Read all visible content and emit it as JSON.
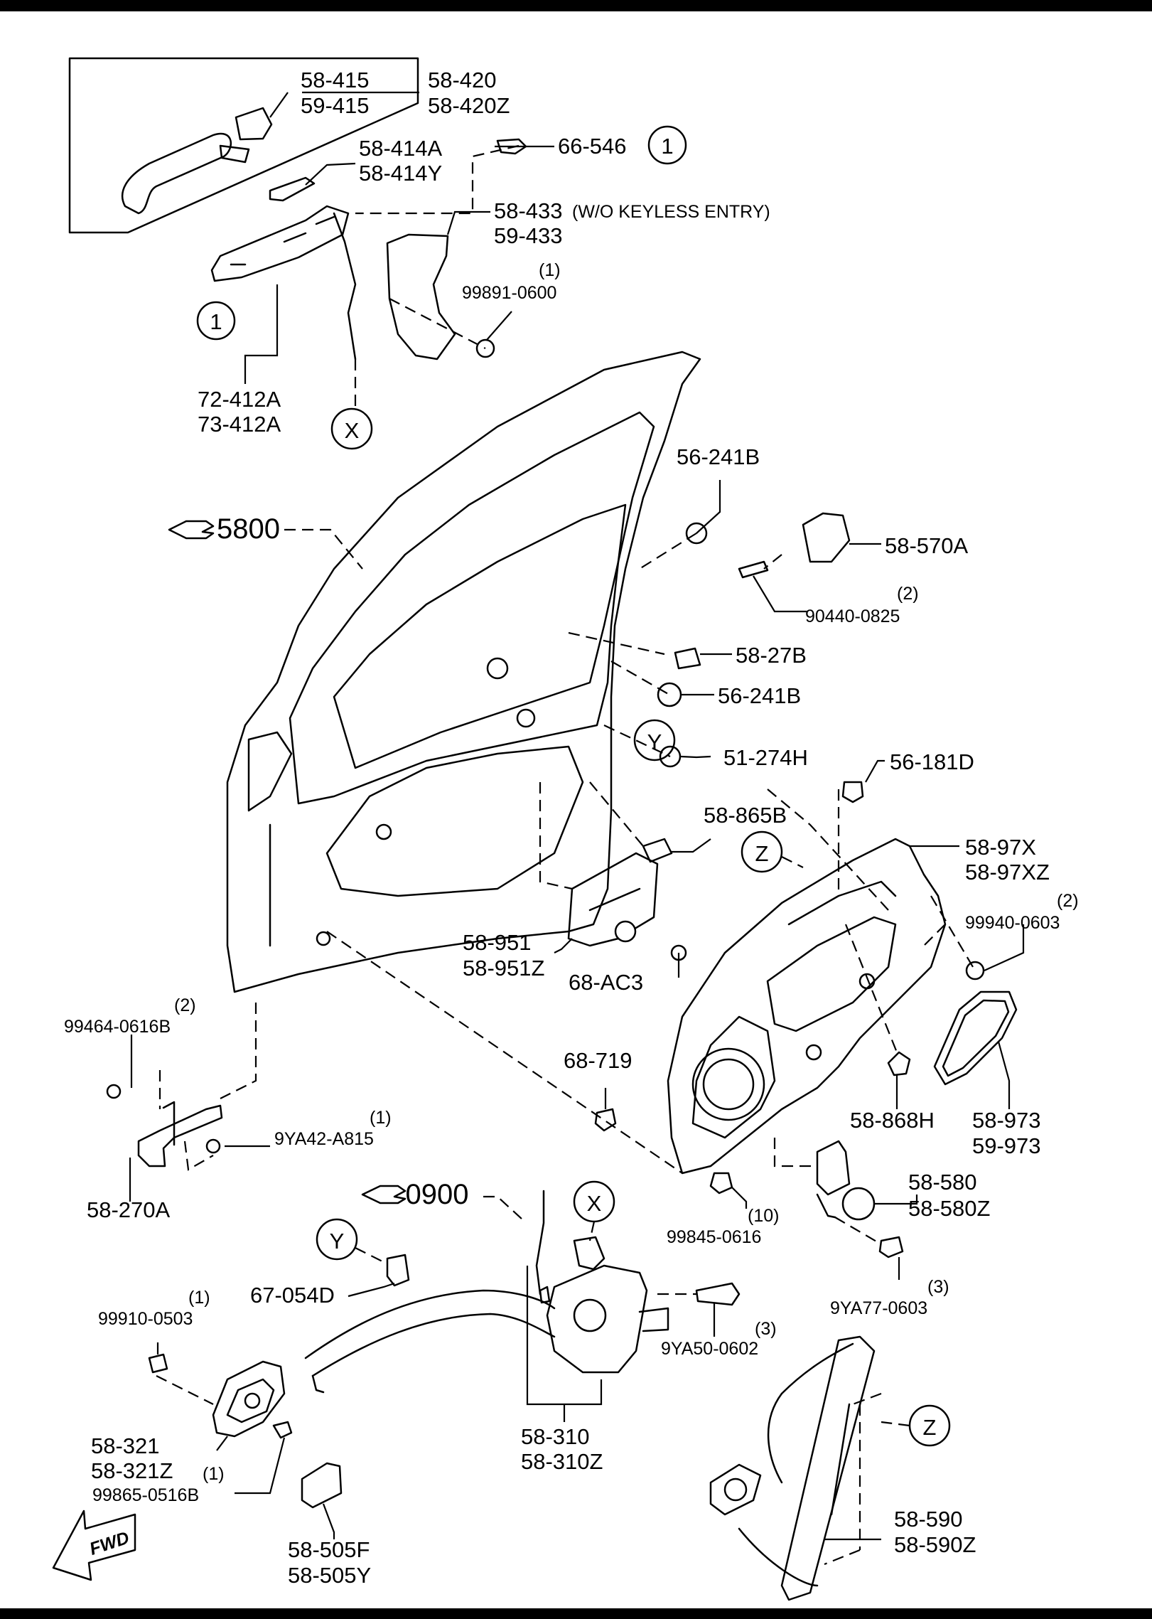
{
  "title": "",
  "diagram": {
    "callouts": {
      "ref_5800": "5800",
      "ref_0900": "0900",
      "marker_1a": "1",
      "marker_1b": "1",
      "marker_x_top": "X",
      "marker_x_bottom": "X",
      "marker_y_top": "Y",
      "marker_y_bottom": "Y",
      "marker_z_top": "Z",
      "marker_z_bottom": "Z",
      "fwd": "FWD"
    },
    "labels": {
      "p58_415": "58-415",
      "p59_415": "59-415",
      "p58_420": "58-420",
      "p58_420Z": "58-420Z",
      "p58_414A": "58-414A",
      "p58_414Y": "58-414Y",
      "p66_546": "66-546",
      "p58_433": "58-433",
      "p58_433_note": "(W/O KEYLESS ENTRY)",
      "p59_433": "59-433",
      "q99891": "(1)",
      "p99891_0600": "99891-0600",
      "p72_412A": "72-412A",
      "p73_412A": "73-412A",
      "p56_241B_a": "56-241B",
      "p58_570A": "58-570A",
      "q90440": "(2)",
      "p90440_0825": "90440-0825",
      "p58_27B": "58-27B",
      "p56_241B_b": "56-241B",
      "p51_274H": "51-274H",
      "p58_865B": "58-865B",
      "p56_181D": "56-181D",
      "p58_97X": "58-97X",
      "p58_97XZ": "58-97XZ",
      "q99940": "(2)",
      "p99940_0603": "99940-0603",
      "p58_951": "58-951",
      "p58_951Z": "58-951Z",
      "p68_AC3": "68-AC3",
      "q99464": "(2)",
      "p99464_0616B": "99464-0616B",
      "p68_719": "68-719",
      "p58_868H": "58-868H",
      "p58_973": "58-973",
      "p59_973": "59-973",
      "q9YA42": "(1)",
      "p9YA42_A815": "9YA42-A815",
      "p58_270A": "58-270A",
      "p58_580": "58-580",
      "p58_580Z": "58-580Z",
      "q99845": "(10)",
      "p99845_0616": "99845-0616",
      "q9YA77": "(3)",
      "p9YA77_0603": "9YA77-0603",
      "p67_054D": "67-054D",
      "q99910": "(1)",
      "p99910_0503": "99910-0503",
      "q9YA50": "(3)",
      "p9YA50_0602": "9YA50-0602",
      "p58_321": "58-321",
      "p58_321Z": "58-321Z",
      "q99865": "(1)",
      "p99865_0516B": "99865-0516B",
      "p58_505F": "58-505F",
      "p58_505Y": "58-505Y",
      "p58_310": "58-310",
      "p58_310Z": "58-310Z",
      "p58_590": "58-590",
      "p58_590Z": "58-590Z"
    }
  }
}
